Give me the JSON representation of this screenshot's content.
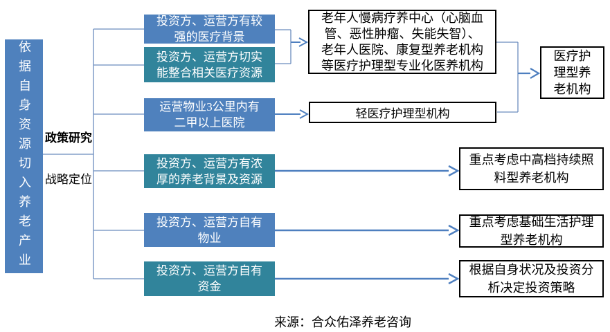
{
  "diagram": {
    "root": {
      "label": "依据自身资源切入养老产业"
    },
    "stages": [
      {
        "label": "政策研究"
      },
      {
        "label": "战略定位"
      }
    ],
    "conditions": [
      {
        "label": "投资方、运营方有较\n强的医疗背景",
        "color": "#4f81bd"
      },
      {
        "label": "投资方、运营方切实\n能整合相关医疗资源",
        "color": "#31849b"
      },
      {
        "label": "运营物业3公里内有\n二甲以上医院",
        "color": "#4f81bd"
      },
      {
        "label": "投资方、运营方有浓\n厚的养老背景及资源",
        "color": "#31849b"
      },
      {
        "label": "投资方、运营方自有\n物业",
        "color": "#4f81bd"
      },
      {
        "label": "投资方、运营方自有\n资金",
        "color": "#31849b"
      }
    ],
    "intermediate_outcomes": [
      {
        "label": "老年人慢病疗养中心（心脑血\n管、恶性肿瘤、失能失智）、\n老年人医院、康复型养老机构\n等医疗护理型专业化医养机构"
      },
      {
        "label": "轻医疗护理型机构"
      }
    ],
    "final_outcome": {
      "label": "医疗护\n理型养\n老机构"
    },
    "outcomes": [
      {
        "label": "重点考虑中高档持续照\n料型养老机构"
      },
      {
        "label": "重点考虑基础生活护理\n型养老机构"
      },
      {
        "label": "根据自身状况及投资分\n析决定投资策略"
      }
    ],
    "source": "来源：合众佑泽养老咨询",
    "colors": {
      "blue": "#4f81bd",
      "teal": "#31849b",
      "line": "#6b8cbe",
      "arrow": "#4e7fbf"
    }
  }
}
